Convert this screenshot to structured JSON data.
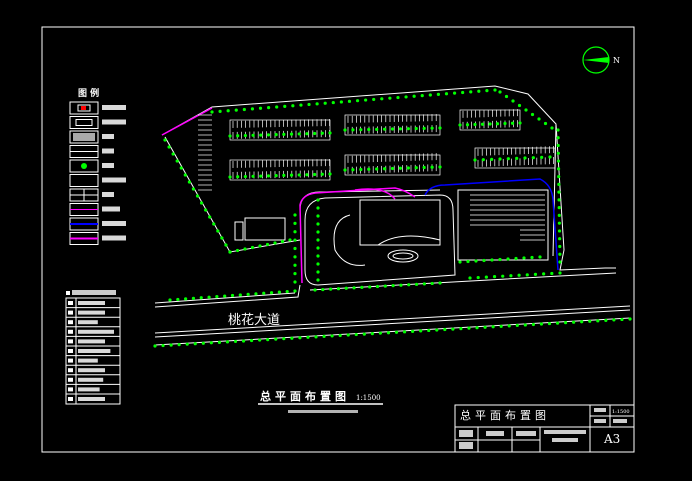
{
  "legend": {
    "title": "图 例"
  },
  "road_label": "桃花大道",
  "drawing_title": {
    "name": "总平面布置图",
    "scale": "1:1500"
  },
  "title_block": {
    "name": "总平面布置图",
    "scale": "1:1500",
    "sheet_size": "A3"
  },
  "colors": {
    "background": "#000000",
    "lines": "#ffffff",
    "trees": "#00ff00",
    "magenta_route": "#ff00ff",
    "blue_route": "#0000ff",
    "legend_marker_red": "#ff0000"
  },
  "icons": {
    "north_arrow": "north-arrow-icon"
  }
}
